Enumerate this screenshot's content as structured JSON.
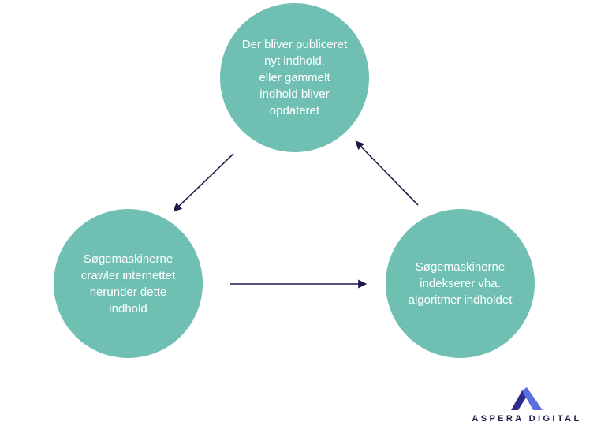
{
  "colors": {
    "node_fill": "#6fbfb2",
    "node_text": "#ffffff",
    "arrow": "#1c1a4a",
    "logo_text": "#1c1a4a",
    "logo_mark_dark": "#2f2a8c",
    "logo_mark_light": "#5a6ee0",
    "background": "#ffffff"
  },
  "nodes": {
    "top": {
      "lines": [
        "Der bliver publiceret",
        "nyt indhold,",
        "eller gammelt",
        "indhold bliver",
        "opdateret"
      ]
    },
    "left": {
      "lines": [
        "Søgemaskinerne",
        "crawler internettet",
        "herunder dette",
        "indhold"
      ]
    },
    "right": {
      "lines": [
        "Søgemaskinerne",
        "indekserer vha.",
        "algoritmer indholdet"
      ]
    }
  },
  "arrows": [
    {
      "from": "top",
      "to": "left"
    },
    {
      "from": "left",
      "to": "right"
    },
    {
      "from": "right",
      "to": "top"
    }
  ],
  "logo": {
    "text": "ASPERA DIGITAL",
    "icon": "aspera-mountain-logo-icon"
  }
}
